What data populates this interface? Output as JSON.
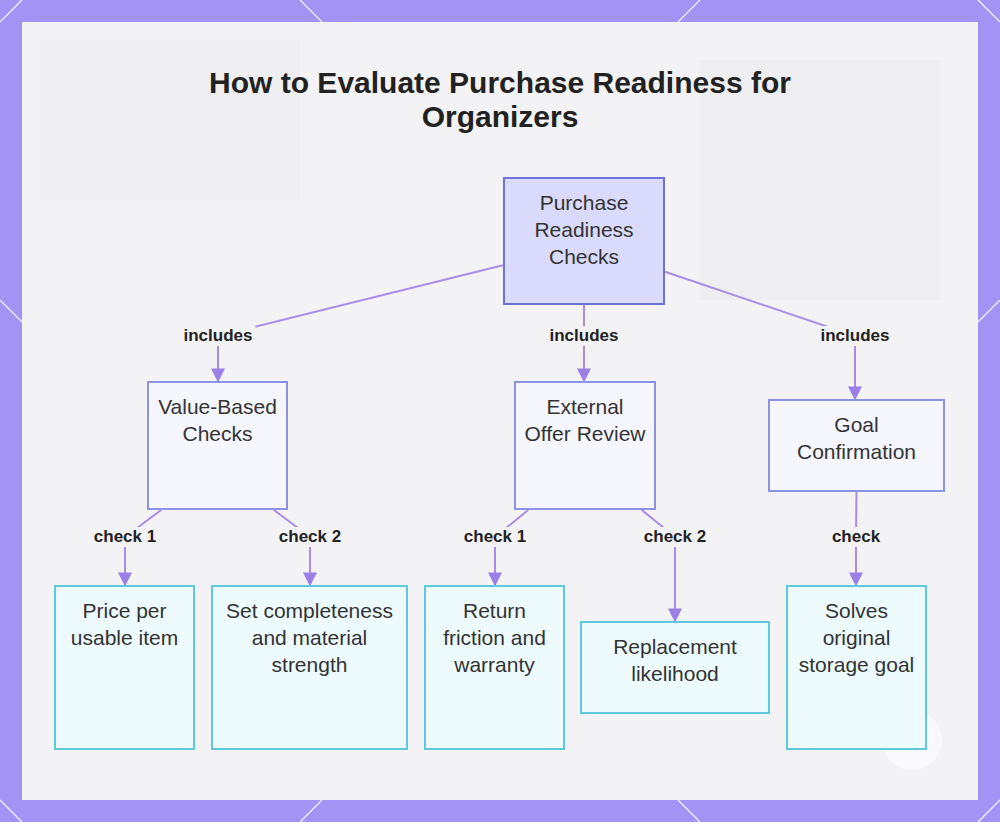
{
  "diagram": {
    "title": "How to Evaluate Purchase Readiness for Organizers",
    "nodes": [
      {
        "text": [
          "Purchase Readiness Checks"
        ]
      },
      {
        "text": [
          "Value-Based Checks"
        ]
      },
      {
        "text": [
          "External Offer Review"
        ]
      },
      {
        "text": [
          "Goal Confirmation"
        ]
      },
      {
        "text": [
          "Price per usable item"
        ]
      },
      {
        "text": [
          "Set completeness and material strength"
        ]
      },
      {
        "text": [
          "Return friction and warranty"
        ]
      },
      {
        "text": [
          "Replacement likelihood"
        ]
      },
      {
        "text": [
          "Solves original storage goal"
        ]
      }
    ],
    "edges": [
      {
        "from": 0,
        "to": 1,
        "label": "includes",
        "arrow": "to"
      },
      {
        "from": 0,
        "to": 2,
        "label": "includes",
        "arrow": "to"
      },
      {
        "from": 0,
        "to": 3,
        "label": "includes",
        "arrow": "to"
      },
      {
        "from": 1,
        "to": 4,
        "label": "check 1",
        "arrow": "to"
      },
      {
        "from": 1,
        "to": 5,
        "label": "check 2",
        "arrow": "to"
      },
      {
        "from": 2,
        "to": 6,
        "label": "check 1",
        "arrow": "to"
      },
      {
        "from": 2,
        "to": 7,
        "label": "check 2",
        "arrow": "to"
      },
      {
        "from": 3,
        "to": 8,
        "label": "check",
        "arrow": "to"
      }
    ]
  }
}
